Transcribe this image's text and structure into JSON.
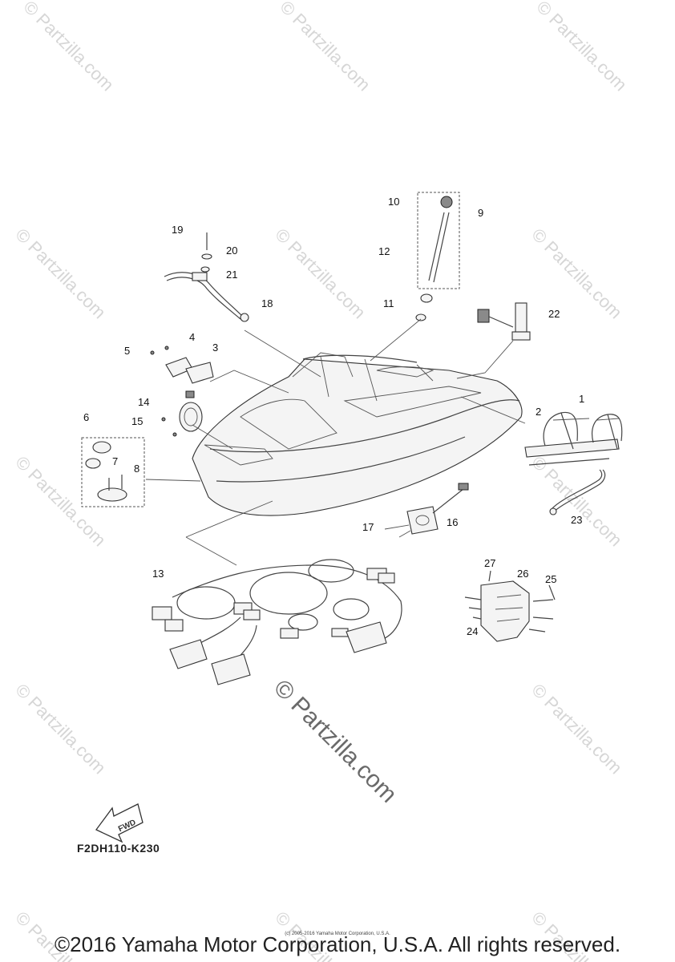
{
  "watermark": {
    "text": "© Partzilla.com"
  },
  "callouts": [
    "1",
    "2",
    "3",
    "4",
    "5",
    "6",
    "7",
    "8",
    "9",
    "10",
    "11",
    "12",
    "13",
    "14",
    "15",
    "16",
    "17",
    "18",
    "19",
    "20",
    "21",
    "22",
    "23",
    "24",
    "25",
    "26",
    "27"
  ],
  "fwd_label": "FWD",
  "diagram_code": "F2DH110-K230",
  "footer": {
    "small": "(c) 2005-2016 Yamaha Motor Corporation, U.S.A.",
    "copyright": "©2016 Yamaha Motor Corporation, U.S.A. All rights reserved."
  }
}
